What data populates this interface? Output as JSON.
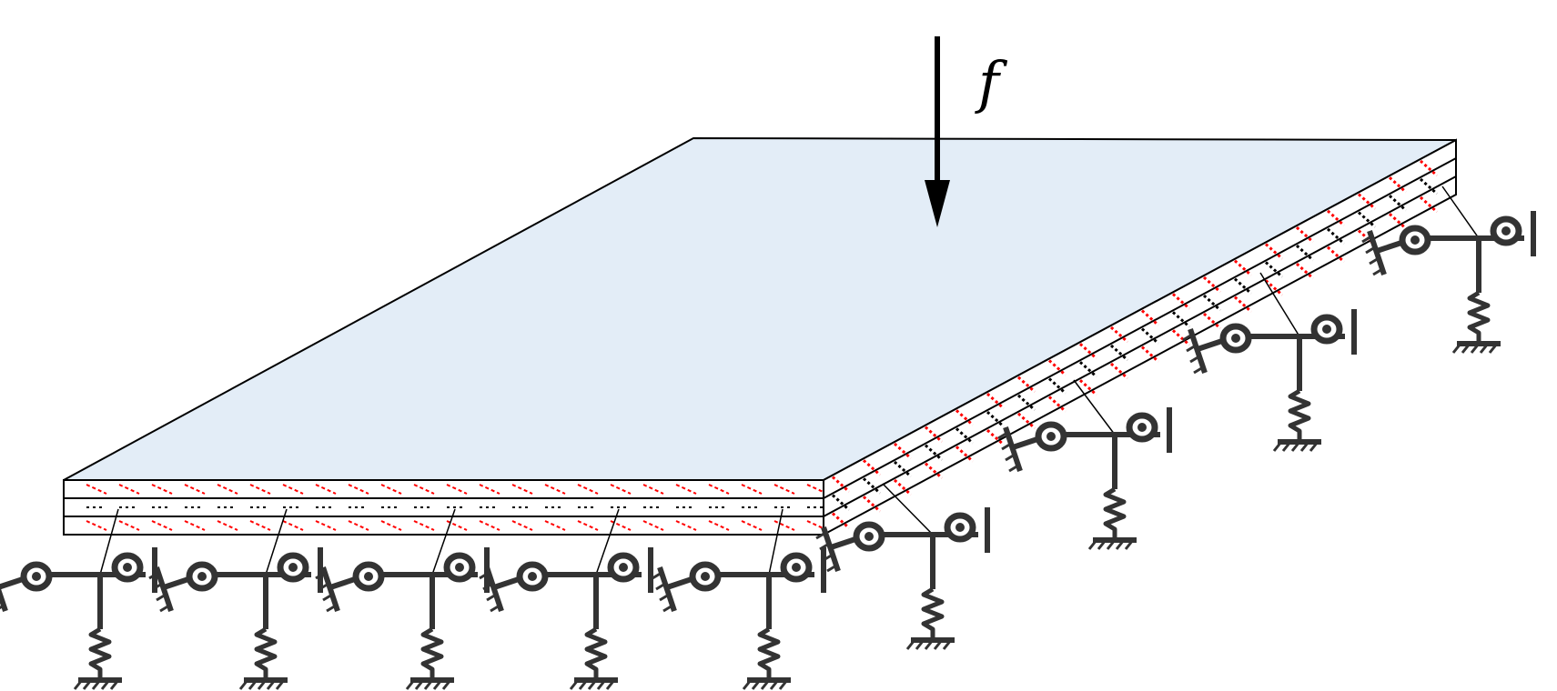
{
  "force": {
    "label": "f",
    "direction": "down"
  },
  "plate": {
    "layers": 3,
    "top_face_color": "#e3edf7",
    "outline_color": "#000000",
    "fiber_color_outer": "#ff0000",
    "fiber_color_middle": "#000000"
  },
  "supports": {
    "type": "elastic-restraint",
    "front_edge_count": 5,
    "right_edge_count": 4,
    "spring_color": "#333333"
  },
  "colors": {
    "background": "#ffffff",
    "arrow": "#000000"
  }
}
